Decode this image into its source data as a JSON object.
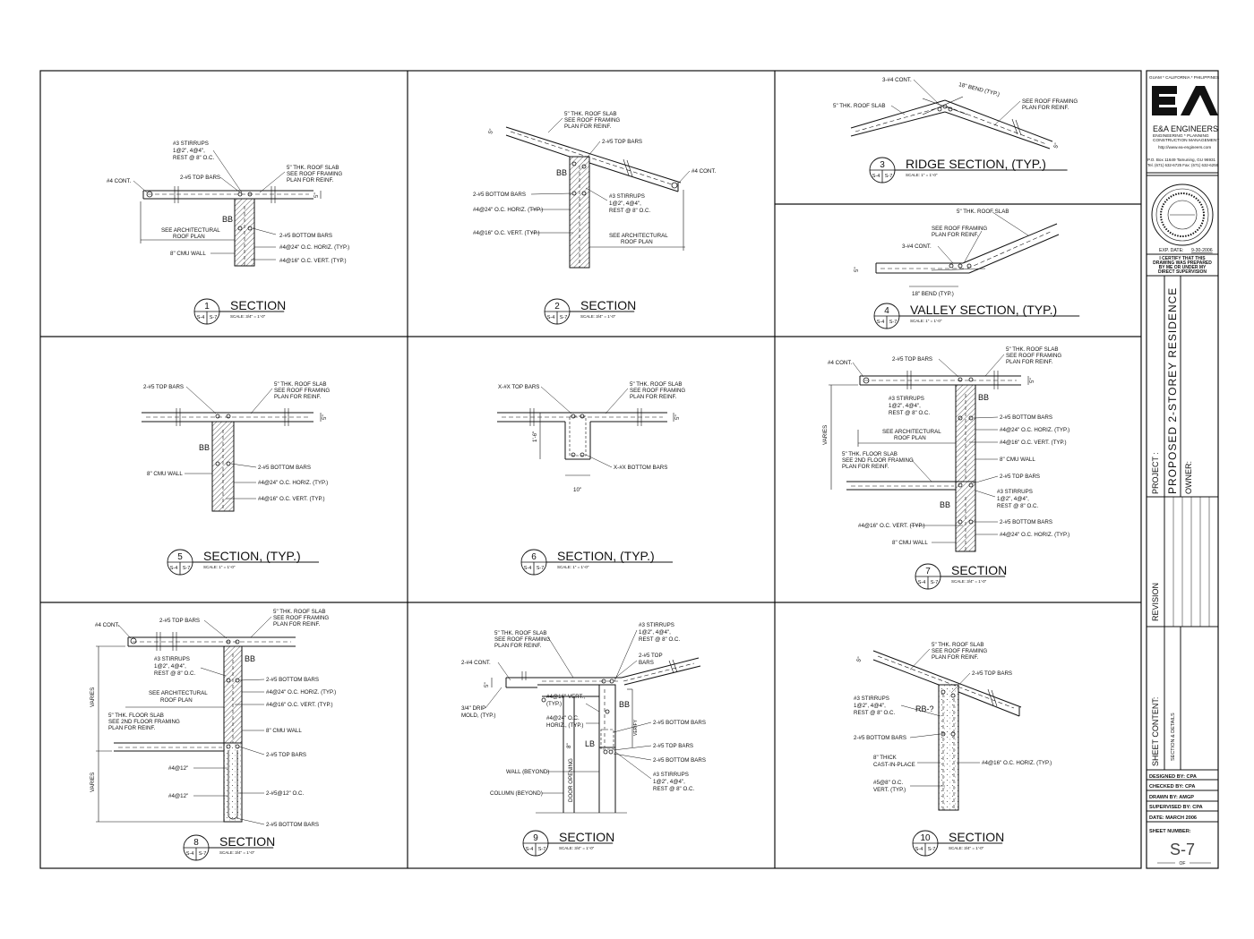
{
  "firm": {
    "locations": "GUAM * CALIFORNIA * PHILIPPINES",
    "name": "E&A ENGINEERS",
    "services_1": "ENGINEERING * PLANNING",
    "services_2": "CONSTRUCTION MANAGEMENT",
    "website": "http://www.ea-engineers.com",
    "address": "P.O. Box 11649 Tamuning, GU 96931",
    "phone": "Tel. (671) 632-6725  Fax: (671) 632-6259"
  },
  "seal": {
    "exp_label": "EXP. DATE:",
    "exp_date": "9-30-2006",
    "certify_1": "I CERTIFY THAT THIS",
    "certify_2": "DRAWING WAS PREPARED",
    "certify_3": "BY ME OR UNDER MY",
    "certify_4": "DIRECT SUPERVISION"
  },
  "project": {
    "label": "PROJECT :",
    "name": "PROPOSED 2-STOREY RESIDENCE",
    "owner_label": "OWNER:",
    "revision_label": "REVISION",
    "sheet_content_label": "SHEET CONTENT:",
    "sheet_content": "SECTION & DETAILS"
  },
  "credits": {
    "designed": "DESIGNED BY: CPA",
    "checked": "CHECKED BY: CPA",
    "drawn": "DRAWN BY: AMGP",
    "supervised": "SUPERVISED BY: CPA",
    "date": "DATE: MARCH 2006",
    "sheet_number_label": "SHEET NUMBER:",
    "sheet_number": "S-7",
    "of": "OF"
  },
  "details": [
    {
      "num": "1",
      "ref_a": "S-4",
      "ref_b": "S-7",
      "title": "SECTION",
      "scale": "SCALE: 3/4\" = 1'-0\""
    },
    {
      "num": "2",
      "ref_a": "S-4",
      "ref_b": "S-7",
      "title": "SECTION",
      "scale": "SCALE: 3/4\" = 1'-0\""
    },
    {
      "num": "3",
      "ref_a": "S-4",
      "ref_b": "S-7",
      "title": "RIDGE SECTION, (TYP.)",
      "scale": "SCALE: 1\" = 1'-0\""
    },
    {
      "num": "4",
      "ref_a": "S-4",
      "ref_b": "S-7",
      "title": "VALLEY SECTION, (TYP.)",
      "scale": "SCALE: 1\" = 1'-0\""
    },
    {
      "num": "5",
      "ref_a": "S-4",
      "ref_b": "S-7",
      "title": "SECTION, (TYP.)",
      "scale": "SCALE: 1\" = 1'-0\""
    },
    {
      "num": "6",
      "ref_a": "S-4",
      "ref_b": "S-7",
      "title": "SECTION, (TYP.)",
      "scale": "SCALE: 1\" = 1'-0\""
    },
    {
      "num": "7",
      "ref_a": "S-4",
      "ref_b": "S-7",
      "title": "SECTION",
      "scale": "SCALE: 3/4\" = 1'-0\""
    },
    {
      "num": "8",
      "ref_a": "S-4",
      "ref_b": "S-7",
      "title": "SECTION",
      "scale": "SCALE: 3/4\" = 1'-0\""
    },
    {
      "num": "9",
      "ref_a": "S-4",
      "ref_b": "S-7",
      "title": "SECTION",
      "scale": "SCALE: 3/4\" = 1'-0\""
    },
    {
      "num": "10",
      "ref_a": "S-4",
      "ref_b": "S-7",
      "title": "SECTION",
      "scale": "SCALE: 3/4\" = 1'-0\""
    }
  ],
  "notes": {
    "d1": {
      "stirrups_1": "#3 STIRRUPS",
      "stirrups_2": "1@2\", 4@4\",",
      "stirrups_3": "REST @ 8\" O.C.",
      "slab_1": "5\" THK. ROOF SLAB",
      "slab_2": "SEE ROOF FRAMING",
      "slab_3": "PLAN FOR REINF.",
      "cont": "#4 CONT.",
      "top": "2-#5 TOP BARS",
      "bb": "BB",
      "arch_1": "SEE ARCHITECTURAL",
      "arch_2": "ROOF PLAN",
      "bottom": "2-#5 BOTTOM BARS",
      "horiz": "#4@24\" O.C. HORIZ. (TYP.)",
      "cmu": "8\" CMU WALL",
      "vert": "#4@16\" O.C. VERT. (TYP.)",
      "dim": "5\""
    },
    "d2": {
      "slab_1": "5\" THK. ROOF SLAB",
      "slab_2": "SEE ROOF FRAMING",
      "slab_3": "PLAN FOR REINF.",
      "top": "2-#5 TOP BARS",
      "bb": "BB",
      "cont": "#4 CONT.",
      "bottom": "2-#5 BOTTOM BARS",
      "stirrups_1": "#3 STIRRUPS",
      "stirrups_2": "1@2\", 4@4\",",
      "stirrups_3": "REST @ 8\" O.C.",
      "horiz": "#4@24\" O.C. HORIZ. (TYP.)",
      "vert": "#4@16\" O.C. VERT. (TYP.)",
      "arch_1": "SEE ARCHITECTURAL",
      "arch_2": "ROOF PLAN",
      "dim": "5\""
    },
    "d3": {
      "cont": "3-#4 CONT.",
      "bend": "18\" BEND (TYP.)",
      "slab": "5\" THK. ROOF SLAB",
      "see_1": "SEE ROOF FRAMING",
      "see_2": "PLAN FOR REINF.",
      "dim": "5\""
    },
    "d4": {
      "slab": "5\" THK. ROOF SLAB",
      "see_1": "SEE ROOF FRAMING",
      "see_2": "PLAN FOR REINF.",
      "cont": "3-#4 CONT.",
      "bend": "18\" BEND (TYP.)",
      "dim": "5\""
    },
    "d5": {
      "top": "2-#5 TOP BARS",
      "slab_1": "5\" THK. ROOF SLAB",
      "slab_2": "SEE ROOF FRAMING",
      "slab_3": "PLAN FOR REINF.",
      "bb": "BB",
      "cmu": "8\" CMU WALL",
      "bottom": "2-#5 BOTTOM BARS",
      "horiz": "#4@24\" O.C. HORIZ. (TYP.)",
      "vert": "#4@16\" O.C. VERT. (TYP.)",
      "dim": "5\""
    },
    "d6": {
      "top": "X-#X TOP BARS",
      "slab_1": "5\" THK. ROOF SLAB",
      "slab_2": "SEE ROOF FRAMING",
      "slab_3": "PLAN FOR REINF.",
      "depth": "1'-6\"",
      "bottom": "X-#X BOTTOM BARS",
      "width": "10\"",
      "dim": "5\""
    },
    "d7": {
      "cont": "#4 CONT.",
      "top": "2-#5 TOP BARS",
      "slab_1": "5\" THK. ROOF SLAB",
      "slab_2": "SEE ROOF FRAMING",
      "slab_3": "PLAN FOR REINF.",
      "stirrups_1": "#3 STIRRUPS",
      "stirrups_2": "1@2\", 4@4\",",
      "stirrups_3": "REST @ 8\" O.C.",
      "bb": "BB",
      "bottom": "2-#5 BOTTOM BARS",
      "varies": "VARIES",
      "arch_1": "SEE ARCHITECTURAL",
      "arch_2": "ROOF PLAN",
      "horiz": "#4@24\" O.C. HORIZ. (TYP.)",
      "vert": "#4@16\" O.C. VERT. (TYP.)",
      "floor_1": "5\" THK. FLOOR SLAB",
      "floor_2": "SEE 2ND FLOOR FRAMING",
      "floor_3": "PLAN FOR REINF.",
      "cmu": "8\" CMU WALL",
      "top2": "2-#5 TOP BARS",
      "stirrups2_1": "#3 STIRRUPS",
      "stirrups2_2": "1@2\", 4@4\",",
      "stirrups2_3": "REST @ 8\" O.C.",
      "bb2": "BB",
      "bottom2": "2-#5 BOTTOM BARS",
      "vert2": "#4@16\" O.C. VERT. (TYP.)",
      "horiz2": "#4@24\" O.C. HORIZ. (TYP.)",
      "cmu2": "8\" CMU WALL",
      "dim": "5\""
    },
    "d8": {
      "cont": "#4 CONT.",
      "top": "2-#5 TOP BARS",
      "slab_1": "5\" THK. ROOF SLAB",
      "slab_2": "SEE ROOF FRAMING",
      "slab_3": "PLAN FOR REINF.",
      "stirrups_1": "#3 STIRRUPS",
      "stirrups_2": "1@2\", 4@4\",",
      "stirrups_3": "REST @ 8\" O.C.",
      "bb": "BB",
      "bottom": "2-#5 BOTTOM BARS",
      "varies": "VARIES",
      "arch_1": "SEE ARCHITECTURAL",
      "arch_2": "ROOF PLAN",
      "horiz": "#4@24\" O.C. HORIZ. (TYP.)",
      "vert": "#4@16\" O.C. VERT. (TYP.)",
      "floor_1": "5\" THK. FLOOR SLAB",
      "floor_2": "SEE 2ND FLOOR FRAMING",
      "floor_3": "PLAN FOR REINF.",
      "cmu": "8\" CMU WALL",
      "top2": "2-#5 TOP BARS",
      "s12a": "#4@12\"",
      "s12b": "#4@12\"",
      "bars12": "2-#5@12\" O.C.",
      "bottom2": "2-#5 BOTTOM BARS",
      "varies2": "VARIES"
    },
    "d9": {
      "stirrups_1": "#3 STIRRUPS",
      "stirrups_2": "1@2\", 4@4\",",
      "stirrups_3": "REST @ 8\" O.C.",
      "slab_1": "5\" THK. ROOF SLAB",
      "slab_2": "SEE ROOF FRAMING",
      "slab_3": "PLAN FOR REINF.",
      "top": "2-#5 TOP",
      "top_b": "BARS",
      "cont": "2-#4 CONT.",
      "dim": "5\"",
      "vert_1": "#4@16\" VERT.,",
      "vert_2": "(TYP.)",
      "drip_1": "3/4\" DRIP",
      "drip_2": "MOLD, (TYP.)",
      "bb": "BB",
      "horiz_1": "#4@24\" O.C.",
      "horiz_2": "HORIZ., (TYP.)",
      "bottom": "2-#5 BOTTOM BARS",
      "verify": "VERIFY",
      "lb": "LB",
      "top2": "2-#5 TOP BARS",
      "bottom2": "2-#5 BOTTOM BARS",
      "stirrups2_1": "#3 STIRRUPS",
      "stirrups2_2": "1@2\", 4@4\",",
      "stirrups2_3": "REST @ 8\" O.C.",
      "wall": "WALL (BEYOND)",
      "column": "COLUMN (BEYOND)",
      "door": "DOOR OPENING",
      "eight": "8\""
    },
    "d10": {
      "slab_1": "5\" THK. ROOF SLAB",
      "slab_2": "SEE ROOF FRAMING",
      "slab_3": "PLAN FOR REINF.",
      "top": "2-#5 TOP BARS",
      "stirrups_1": "#3 STIRRUPS",
      "stirrups_2": "1@2\", 4@4\",",
      "stirrups_3": "REST @ 8\" O.C.",
      "rb": "RB-?",
      "bottom": "2-#5 BOTTOM BARS",
      "thick_1": "8\" THICK",
      "thick_2": "CAST-IN-PLACE",
      "horiz": "#4@16\" O.C. HORIZ. (TYP.)",
      "vert_1": "#5@8\" O.C.",
      "vert_2": "VERT. (TYP.)",
      "dim": "5\""
    }
  }
}
